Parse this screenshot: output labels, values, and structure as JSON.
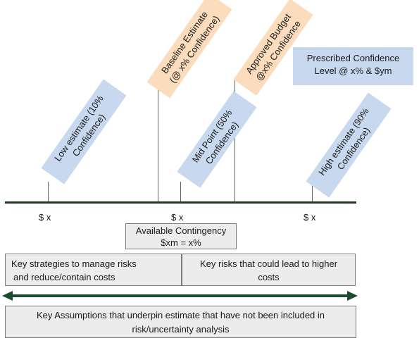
{
  "labels": {
    "low_estimate": [
      "Low estimate (10%",
      "Confidence)"
    ],
    "baseline_estimate": [
      "Baseline Estimate",
      "(@ x% Confidence)"
    ],
    "mid_point": [
      "Mid Point (50%",
      "Confidence)"
    ],
    "approved_budget": [
      "Approved Budget",
      "@x% Confidence"
    ],
    "high_estimate": [
      "High estimate (90%",
      "Confidence)"
    ],
    "prescribed_confidence": [
      "Prescribed Confidence",
      "Level @ x% & $ym"
    ]
  },
  "axis_values": [
    "$ x",
    "$ x",
    "$ x"
  ],
  "contingency": [
    "Available Contingency",
    "$xm = x%"
  ],
  "strategies": [
    "Key strategies to manage risks",
    "and reduce/contain costs"
  ],
  "key_risks": [
    "Key risks that could lead to higher",
    "costs"
  ],
  "assumptions": [
    "Key Assumptions that underpin estimate that have not been included in",
    "risk/uncertainty analysis"
  ],
  "colors": {
    "blue_label": "#c8d8ee",
    "orange_label": "#fbdcbc",
    "axis": "#1f3a1f",
    "arrow": "#1a4d2e",
    "grey_box": "#ececec"
  }
}
